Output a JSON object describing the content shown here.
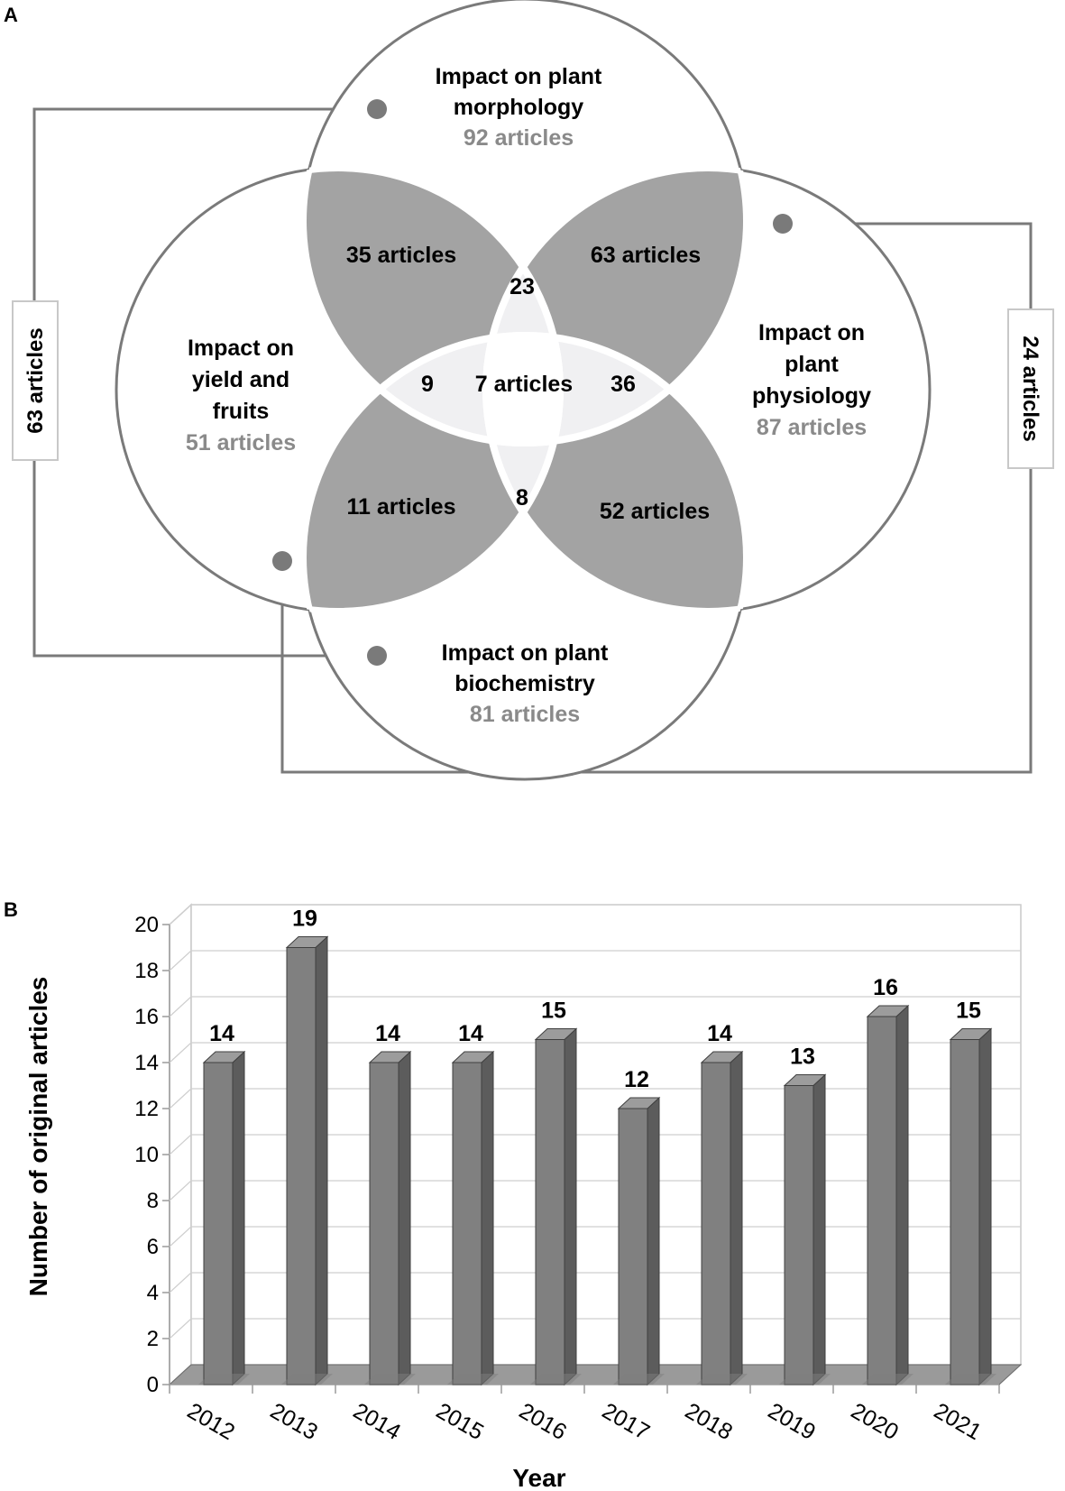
{
  "panel_a": {
    "letter": "A",
    "sets": {
      "morphology": {
        "title_lines": [
          "Impact on plant",
          "morphology"
        ],
        "count": "92 articles"
      },
      "yield": {
        "title_lines": [
          "Impact on",
          "yield and",
          "fruits"
        ],
        "count": "51 articles"
      },
      "physiology": {
        "title_lines": [
          "Impact on",
          "plant",
          "physiology"
        ],
        "count": "87 articles"
      },
      "biochemistry": {
        "title_lines": [
          "Impact on plant",
          "biochemistry"
        ],
        "count": "81 articles"
      }
    },
    "regions": {
      "morph_yield": "35 articles",
      "morph_phys": "63 articles",
      "yield_bio": "11 articles",
      "phys_bio": "52 articles",
      "top_triple": "23",
      "left_triple": "9",
      "center": "7 articles",
      "right_triple": "36",
      "bottom_triple": "8"
    },
    "side_labels": {
      "left": "63 articles",
      "right": "24 articles"
    },
    "colors": {
      "dark_region": "#a3a3a3",
      "light_region": "#f0f0f2",
      "outline": "#7a7a7a",
      "count_text": "#8a8a8a"
    }
  },
  "panel_b": {
    "letter": "B"
  },
  "chart_data": {
    "type": "bar",
    "categories": [
      "2012",
      "2013",
      "2014",
      "2015",
      "2016",
      "2017",
      "2018",
      "2019",
      "2020",
      "2021"
    ],
    "values": [
      14,
      19,
      14,
      14,
      15,
      12,
      14,
      13,
      16,
      15
    ],
    "data_labels": [
      "14",
      "19",
      "14",
      "14",
      "15",
      "12",
      "14",
      "13",
      "16",
      "15"
    ],
    "title": "",
    "xlabel": "Year",
    "ylabel": "Number of original articles",
    "ylim": [
      0,
      20
    ],
    "yticks": [
      "0",
      "2",
      "4",
      "6",
      "8",
      "10",
      "12",
      "14",
      "16",
      "18",
      "20"
    ],
    "grid": true,
    "bar_color": "#808080",
    "three_d": true
  }
}
